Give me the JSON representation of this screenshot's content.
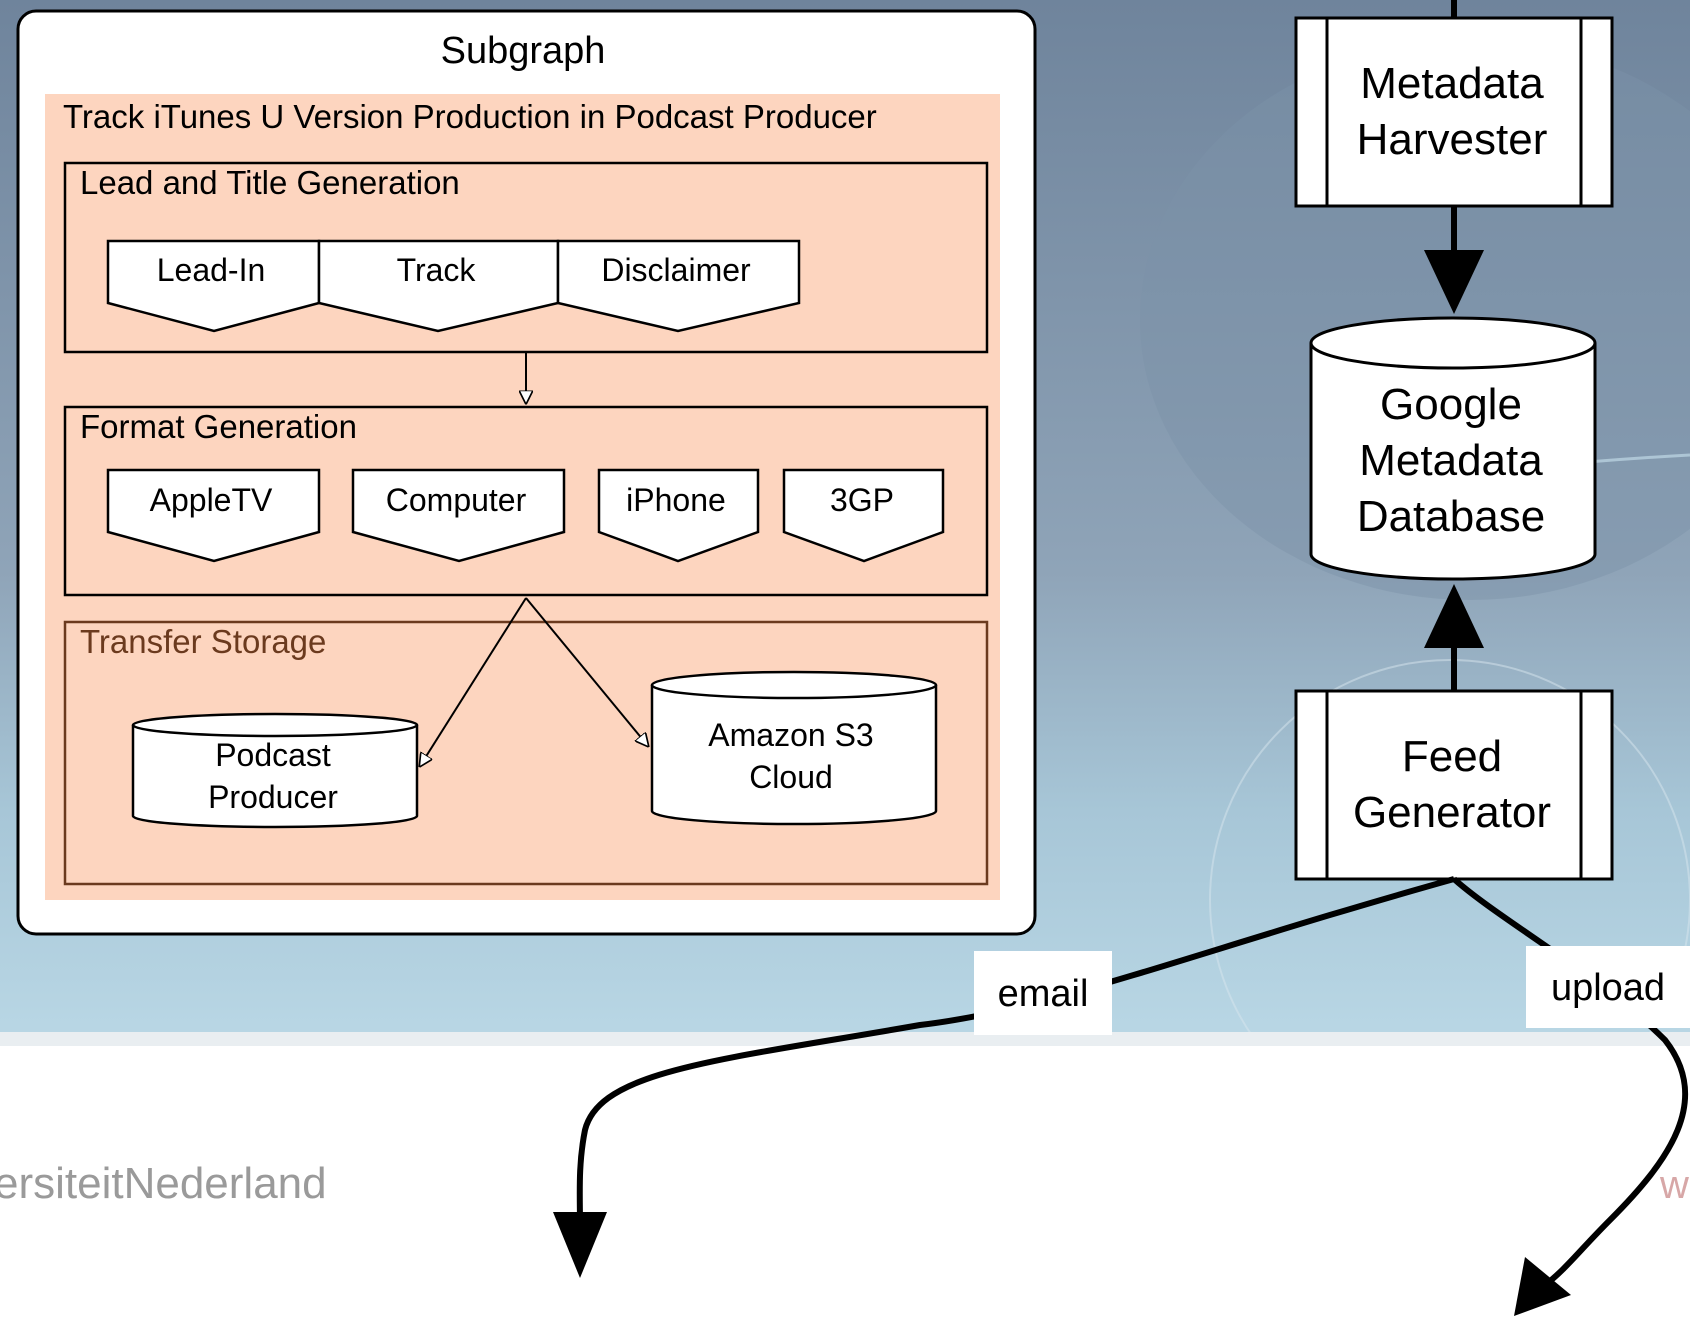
{
  "subgraph": {
    "title": "Subgraph",
    "container_title": "Track iTunes U Version Production in Podcast Producer",
    "lead_group": {
      "title": "Lead and Title Generation",
      "items": [
        "Lead-In",
        "Track",
        "Disclaimer"
      ]
    },
    "format_group": {
      "title": "Format Generation",
      "items": [
        "AppleTV",
        "Computer",
        "iPhone",
        "3GP"
      ]
    },
    "storage_group": {
      "title": "Transfer Storage",
      "podcast_producer": [
        "Podcast",
        "Producer"
      ],
      "amazon": [
        "Amazon S3",
        "Cloud"
      ]
    }
  },
  "right": {
    "harvester": [
      "Metadata",
      "Harvester"
    ],
    "database": [
      "Google",
      "Metadata",
      "Database"
    ],
    "feed": [
      "Feed",
      "Generator"
    ]
  },
  "edges": {
    "email": "email",
    "upload": "upload"
  },
  "background": {
    "logo_fragment": "ersiteitNederland",
    "corner_fragment": "w"
  },
  "colors": {
    "container_fill": "#fdd5bf",
    "storage_title": "#6b3a1e",
    "background_top": "#7f93a8",
    "background_band": "#a9c8d8"
  }
}
